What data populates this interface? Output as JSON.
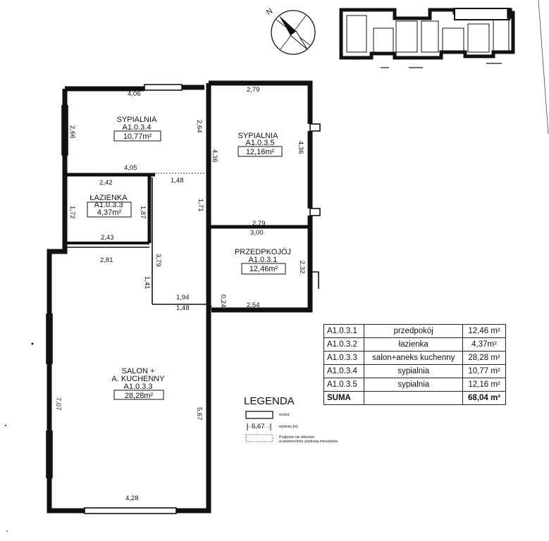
{
  "compass": {
    "north_label": "N"
  },
  "rooms": [
    {
      "name": "SYPIALNIA",
      "code": "A1.0.3.4",
      "area": "10,77m²"
    },
    {
      "name": "SYPIALNIA",
      "code": "A1.0.3.5",
      "area": "12,16m²"
    },
    {
      "name": "ŁAZIENKA",
      "code": "A1.0.3.3",
      "area": "4,37m²"
    },
    {
      "name": "PRZEDPKOJÓJ",
      "code": "A1.0.3.1",
      "area": "12,46m²"
    },
    {
      "name_line1": "SALON +",
      "name_line2": "A. KUCHENNY",
      "code": "A1.0.3.3",
      "area": "28,28m²"
    }
  ],
  "dimensions": {
    "d1": "4,06",
    "d2": "2,79",
    "d3": "2,66",
    "d4": "2,64",
    "d5": "4,36",
    "d6": "4,36",
    "d7": "4,05",
    "d8": "2,42",
    "d9": "1,48",
    "d10": "1,72",
    "d11": "1,87",
    "d12": "1,71",
    "d13": "2,79",
    "d14": "3,00",
    "d15": "2,43",
    "d16": "2,81",
    "d17": "3,79",
    "d18": "2,32",
    "d19": "1,41",
    "d20": "1,94",
    "d21": "1,48",
    "d22": "0,24",
    "d23": "2,54",
    "d24": "7,07",
    "d25": "5,67",
    "d26": "4,28"
  },
  "summary": [
    {
      "code": "A1.0.3.1",
      "name": "przedpokój",
      "area": "12,46 m²"
    },
    {
      "code": "A1.0.3.2",
      "name": "łazienka",
      "area": "4,37m²"
    },
    {
      "code": "A1.0.3.3",
      "name": "salon+aneks kuchenny",
      "area": "28,28 m²"
    },
    {
      "code": "A1.0.3.4",
      "name": "sypialnia",
      "area": "10,77 m²"
    },
    {
      "code": "A1.0.3.5",
      "name": "sypialnia",
      "area": "12,16 m²"
    }
  ],
  "summary_total": {
    "label": "SUMA",
    "area": "68,04 m²"
  },
  "legend": {
    "title": "LEGENDA",
    "wall_label": "ściana",
    "dim_sample": "5,67",
    "dim_label": "wymiary [m]",
    "floor_label_1": "Podpróże nie wliczone",
    "floor_label_2": "w powierzchnię użytkową mieszkania"
  }
}
